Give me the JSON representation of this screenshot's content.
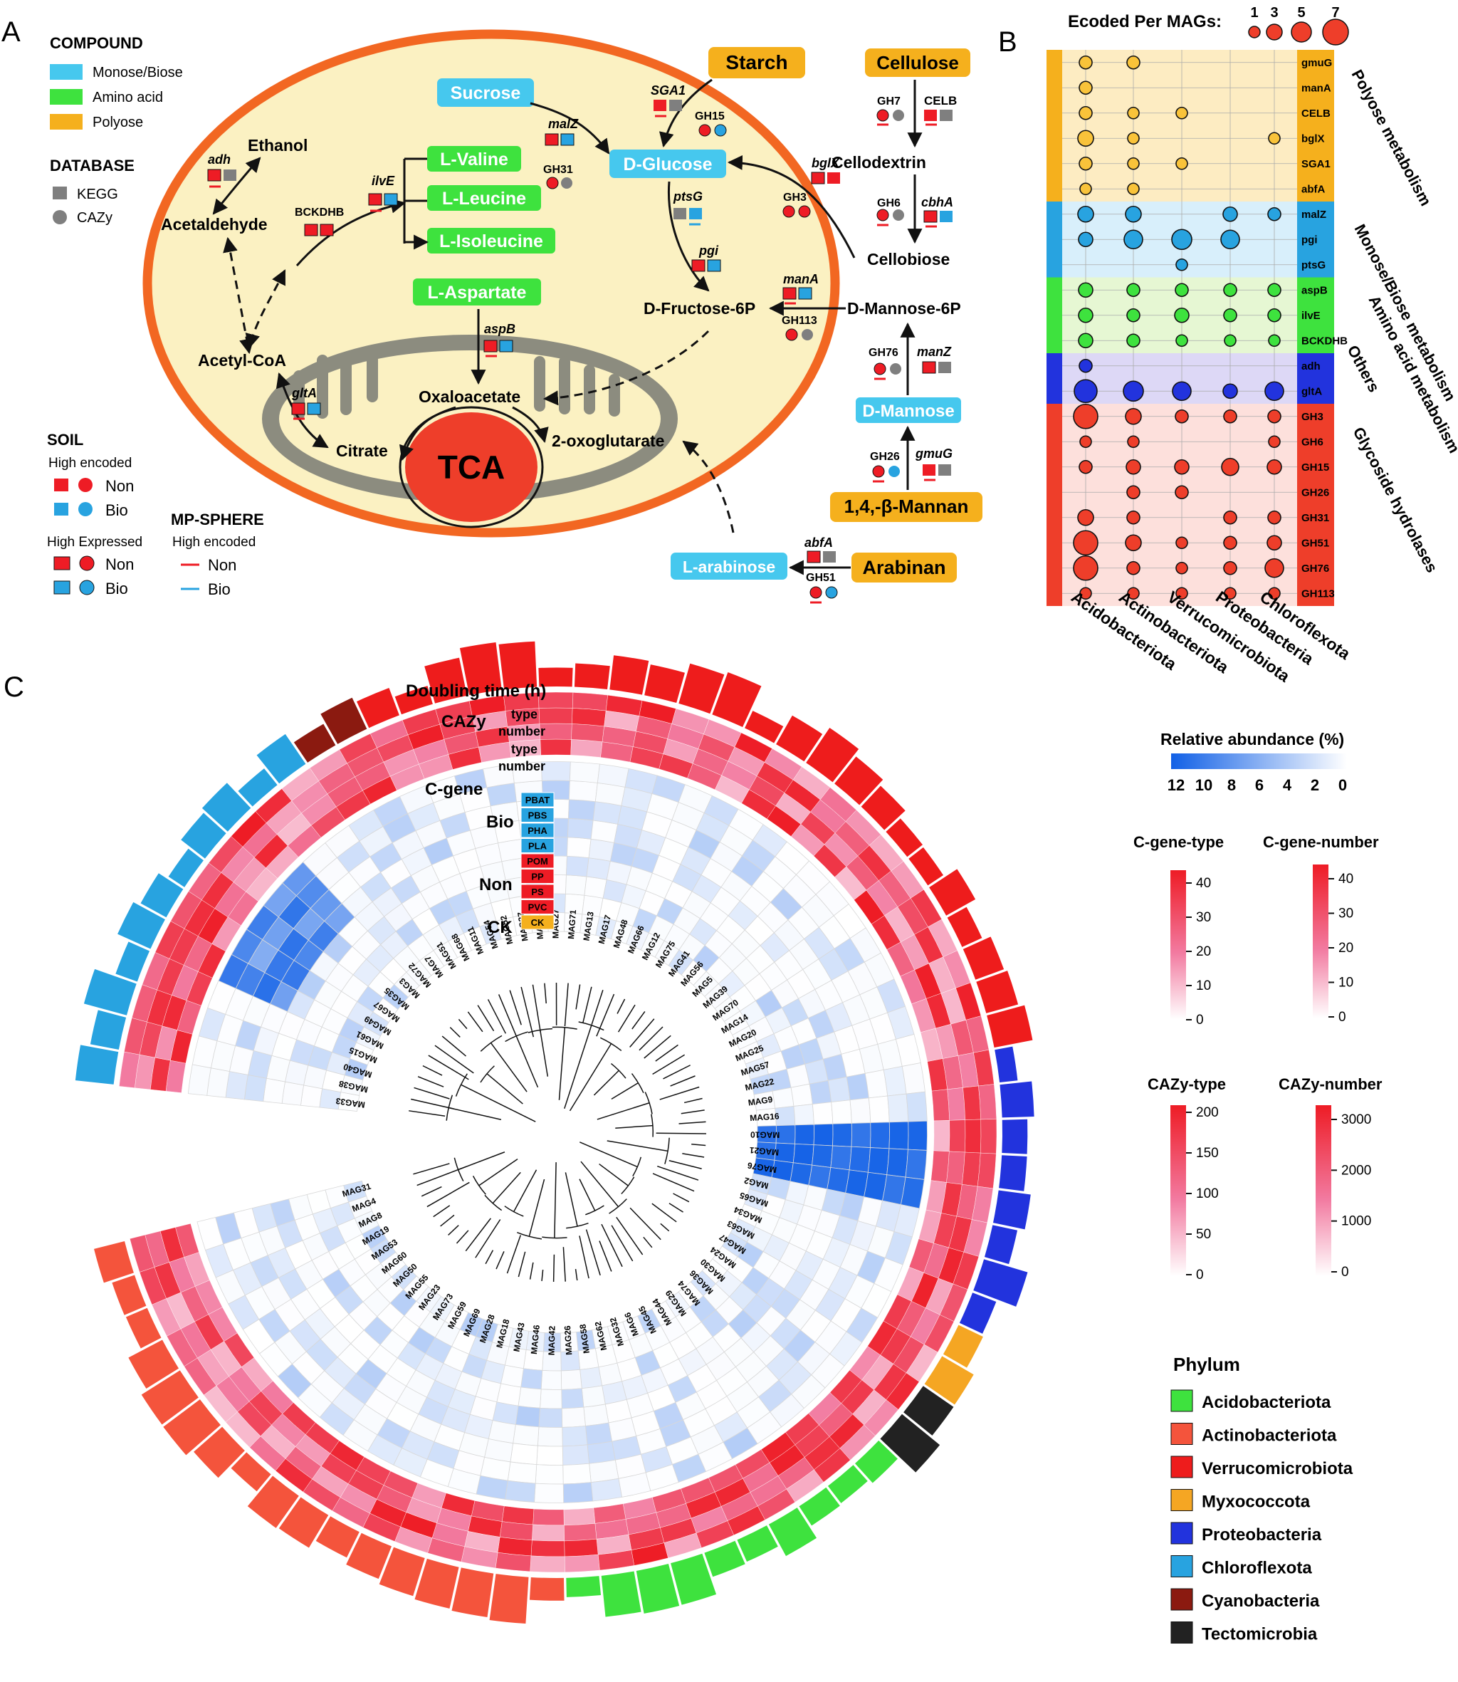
{
  "panel_labels": {
    "a": "A",
    "b": "B",
    "c": "C"
  },
  "colors": {
    "mono": "#46c8ee",
    "amino": "#3ee23e",
    "poly": "#f5b01d",
    "non": "#ee1c25",
    "bio": "#28a3e0",
    "gray": "#7f7f7f",
    "cell": "#fbf1c2",
    "membrane": "#f26722",
    "mito": "#8c8c7f",
    "tca": "#ee3e2a",
    "dark_blue": "#2233dd"
  },
  "panelA": {
    "legend": {
      "compound_title": "COMPOUND",
      "compound_items": [
        "Monose/Biose",
        "Amino acid",
        "Polyose"
      ],
      "database_title": "DATABASE",
      "database_items": [
        "KEGG",
        "CAZy"
      ],
      "soil_title": "SOIL",
      "high_encoded": "High encoded",
      "high_expressed": "High Expressed",
      "non": "Non",
      "bio": "Bio",
      "mp_title": "MP-SPHERE",
      "mp_sub": "High encoded"
    },
    "labels": {
      "starch": "Starch",
      "cellulose": "Cellulose",
      "sucrose": "Sucrose",
      "d_glucose": "D-Glucose",
      "l_valine": "L-Valine",
      "l_leucine": "L-Leucine",
      "l_isoleucine": "L-Isoleucine",
      "l_aspartate": "L-Aspartate",
      "d_mannose": "D-Mannose",
      "mannan": "1,4,-β-Mannan",
      "arabinan": "Arabinan",
      "l_arabinose": "L-arabinose",
      "ethanol": "Ethanol",
      "acetaldehyde": "Acetaldehyde",
      "acetyl_coa": "Acetyl-CoA",
      "citrate": "Citrate",
      "oxaloacetate": "Oxaloacetate",
      "oxoglutarate": "2-oxoglutarate",
      "tca": "TCA",
      "cellodextrin": "Cellodextrin",
      "cellobiose": "Cellobiose",
      "fructose6p": "D-Fructose-6P",
      "mannose6p": "D-Mannose-6P"
    },
    "genes": {
      "adh": "adh",
      "ilve": "ilvE",
      "bckdhb": "BCKDHB",
      "sga1": "SGA1",
      "gh15": "GH15",
      "malz": "malZ",
      "gh31": "GH31",
      "gh7": "GH7",
      "celb": "CELB",
      "bglx": "bglX",
      "gh3": "GH3",
      "ptsg": "ptsG",
      "gh6": "GH6",
      "cbha": "cbhA",
      "pgi": "pgi",
      "mana": "manA",
      "gh113": "GH113",
      "aspb": "aspB",
      "glta": "gltA",
      "gh76": "GH76",
      "manz": "manZ",
      "gh26": "GH26",
      "gmug": "gmuG",
      "abfa": "abfA",
      "gh51": "GH51"
    }
  },
  "panelB": {
    "size_legend_title": "Ecoded Per MAGs:",
    "size_legend_values": [
      1,
      3,
      5,
      7
    ],
    "rows": [
      "gmuG",
      "manA",
      "CELB",
      "bglX",
      "SGA1",
      "abfA",
      "malZ",
      "pgi",
      "ptsG",
      "aspB",
      "ilvE",
      "BCKDHB",
      "adh",
      "gltA",
      "GH3",
      "GH6",
      "GH15",
      "GH26",
      "GH31",
      "GH51",
      "GH76",
      "GH113"
    ],
    "columns": [
      "Acidobacteriota",
      "Actinobacteriota",
      "Verrucomicrobiota",
      "Proteobacteria",
      "Chloroflexota"
    ],
    "groups": [
      {
        "name": "Polyose metabolism",
        "color": "#f5b01d"
      },
      {
        "name": "Monose/Biose metabolism",
        "color": "#28a3e0"
      },
      {
        "name": "Amino acid metabolism",
        "color": "#3ee23e"
      },
      {
        "name": "Others",
        "color": "#2233dd"
      },
      {
        "name": "Glycoside hydrolases",
        "color": "#ee3e2a"
      }
    ]
  },
  "panelC": {
    "doubling_time_label": "Doubling time (h)",
    "cazy_label": "CAZy",
    "cgene_label": "C-gene",
    "type_label": "type",
    "number_label": "number",
    "bio_label": "Bio",
    "non_label": "Non",
    "ck_label": "CK",
    "bio_tracks": [
      "PBAT",
      "PBS",
      "PHA",
      "PLA"
    ],
    "non_tracks": [
      "POM",
      "PP",
      "PS",
      "PVC"
    ],
    "ck_tracks": [
      "CK"
    ],
    "mags_right": [
      "MAG33",
      "MAG38",
      "MAG40",
      "MAG15",
      "MAG61",
      "MAG49",
      "MAG67",
      "MAG35",
      "MAG3",
      "MAG72",
      "MAG7",
      "MAG51",
      "MAG68",
      "MAG11",
      "MAG54",
      "MAG52",
      "MAG37",
      "MAG64",
      "MAG27",
      "MAG71",
      "MAG13",
      "MAG17",
      "MAG48",
      "MAG66",
      "MAG12",
      "MAG75",
      "MAG41",
      "MAG56",
      "MAG5",
      "MAG39",
      "MAG70",
      "MAG14",
      "MAG20",
      "MAG25",
      "MAG57",
      "MAG22",
      "MAG9",
      "MAG16",
      "MAG10",
      "MAG21",
      "MAG76",
      "MAG2",
      "MAG65",
      "MAG34",
      "MAG63",
      "MAG47",
      "MAG24",
      "MAG30",
      "MAG36",
      "MAG74",
      "MAG29",
      "MAG44",
      "MAG45",
      "MAG6",
      "MAG32",
      "MAG62",
      "MAG58",
      "MAG26",
      "MAG42",
      "MAG46",
      "MAG43",
      "MAG18",
      "MAG28",
      "MAG69",
      "MAG59",
      "MAG73",
      "MAG23",
      "MAG55",
      "MAG50",
      "MAG60",
      "MAG53",
      "MAG19",
      "MAG8",
      "MAG4",
      "MAG31"
    ],
    "rel_abund_title": "Relative abundance (%)",
    "rel_abund_ticks": [
      "12",
      "10",
      "8",
      "6",
      "4",
      "2",
      "0"
    ],
    "cgene_type_title": "C-gene-type",
    "cgene_type_ticks": [
      "40",
      "30",
      "20",
      "10",
      "0"
    ],
    "cgene_number_title": "C-gene-number",
    "cgene_number_ticks": [
      "40",
      "30",
      "20",
      "10",
      "0"
    ],
    "cazy_type_title": "CAZy-type",
    "cazy_type_ticks": [
      "200",
      "150",
      "100",
      "50",
      "0"
    ],
    "cazy_number_title": "CAZy-number",
    "cazy_number_ticks": [
      "3000",
      "2000",
      "1000",
      "0"
    ],
    "phylum_title": "Phylum",
    "phyla": [
      {
        "name": "Acidobacteriota",
        "color": "#3ee23e"
      },
      {
        "name": "Actinobacteriota",
        "color": "#f4543c"
      },
      {
        "name": "Verrucomicrobiota",
        "color": "#ee1c1c"
      },
      {
        "name": "Myxococcota",
        "color": "#f5a623"
      },
      {
        "name": "Proteobacteria",
        "color": "#2233dd"
      },
      {
        "name": "Chloroflexota",
        "color": "#28a3e0"
      },
      {
        "name": "Cyanobacteria",
        "color": "#8b1a10"
      },
      {
        "name": "Tectomicrobia",
        "color": "#222222"
      }
    ]
  }
}
